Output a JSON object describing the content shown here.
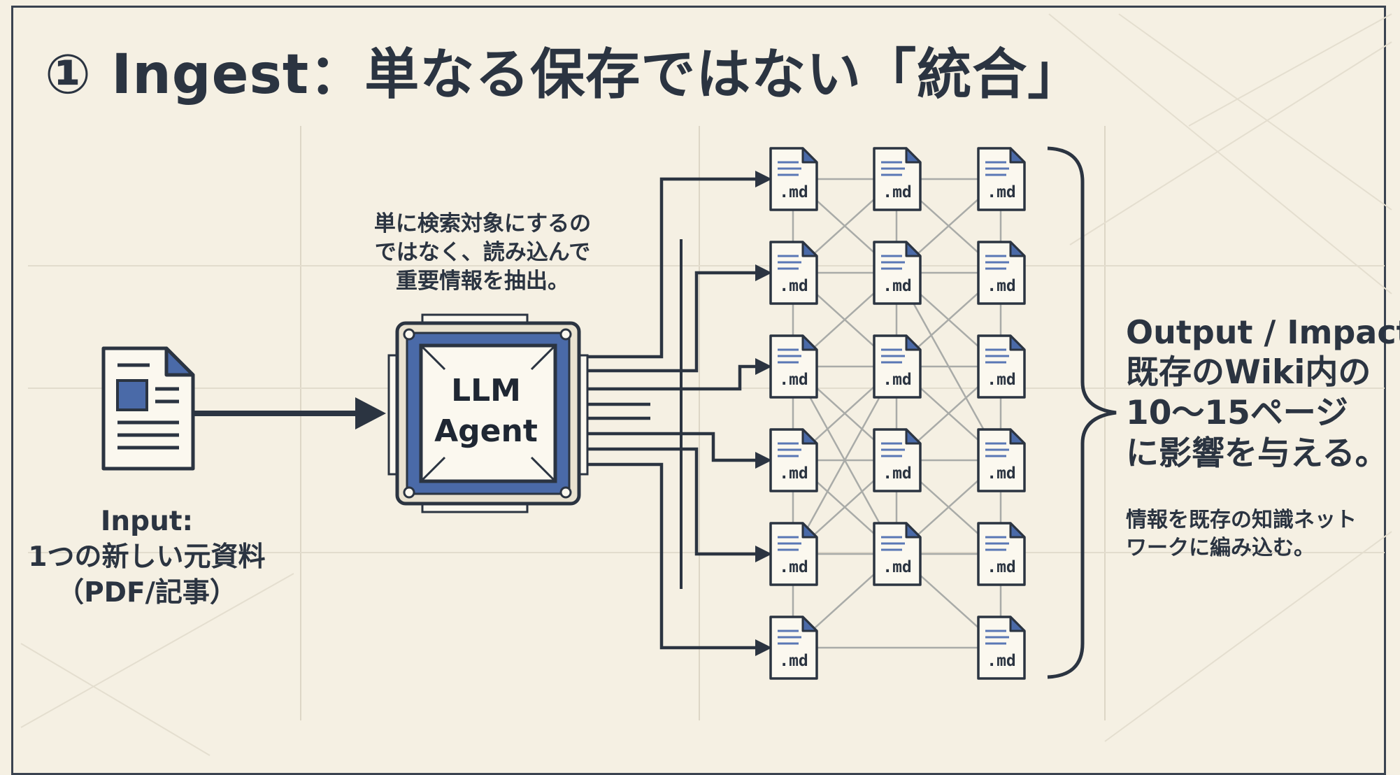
{
  "title": "① Ingest：単なる保存ではない「統合」",
  "note_lines": [
    "単に検索対象にするの",
    "ではなく、読み込んで",
    "重要情報を抽出。"
  ],
  "input": {
    "lines": [
      "Input:",
      "1つの新しい元資料",
      "（PDF/記事）"
    ]
  },
  "agent": {
    "lines": [
      "LLM",
      "Agent"
    ]
  },
  "md_label": ".md",
  "output": {
    "head": "Output / Impact:",
    "body_lines": [
      "既存のWiki内の",
      "10〜15ページ",
      "に影響を与える。"
    ],
    "note_lines": [
      "情報を既存の知識ネット",
      "ワークに編み込む。"
    ]
  },
  "colors": {
    "background": "#f5f0e3",
    "ink": "#2b3441",
    "chip_blue": "#4a6aa8",
    "doc_lines": "#5a77b5"
  },
  "icons": [
    "document-icon",
    "cpu-chip-icon",
    "markdown-file-icon",
    "curly-brace-icon",
    "arrow-icon"
  ]
}
